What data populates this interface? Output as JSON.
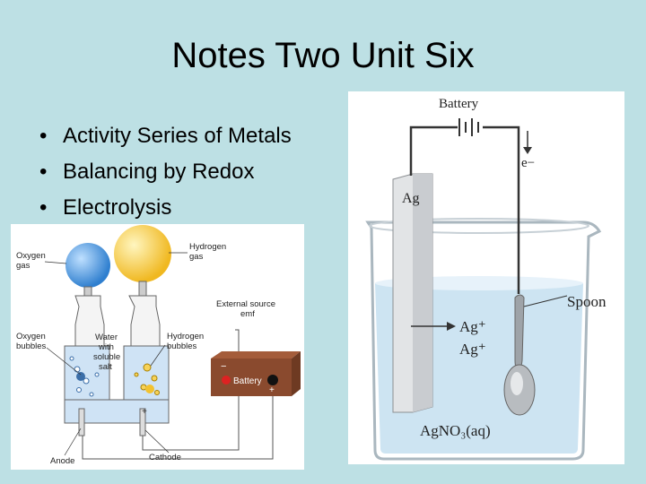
{
  "slide": {
    "title": "Notes Two Unit Six",
    "bullets": [
      "Activity Series of Metals",
      "Balancing by Redox",
      "Electrolysis"
    ]
  },
  "electrolysis_figure": {
    "oxygen_gas": [
      "Oxygen",
      "gas"
    ],
    "hydrogen_gas": [
      "Hydrogen",
      "gas"
    ],
    "external_source": [
      "External source",
      "emf"
    ],
    "oxygen_bubbles": [
      "Oxygen",
      "bubbles"
    ],
    "water_label": [
      "Water",
      "with",
      "soluble",
      "salt"
    ],
    "hydrogen_bubbles": [
      "Hydrogen",
      "bubbles"
    ],
    "battery": "Battery",
    "anode": "Anode",
    "cathode": "Cathode",
    "colors": {
      "oxygen_balloon": "#3b8fd6",
      "hydrogen_balloon": "#f2c230",
      "battery": "#8a4a2e",
      "water": "#cfe3f5"
    }
  },
  "plating_figure": {
    "battery": "Battery",
    "electron": "e−",
    "electrode": "Ag",
    "spoon": "Spoon",
    "ion1": "Ag⁺",
    "ion2": "Ag⁺",
    "solution": "AgNO₃(aq)"
  }
}
